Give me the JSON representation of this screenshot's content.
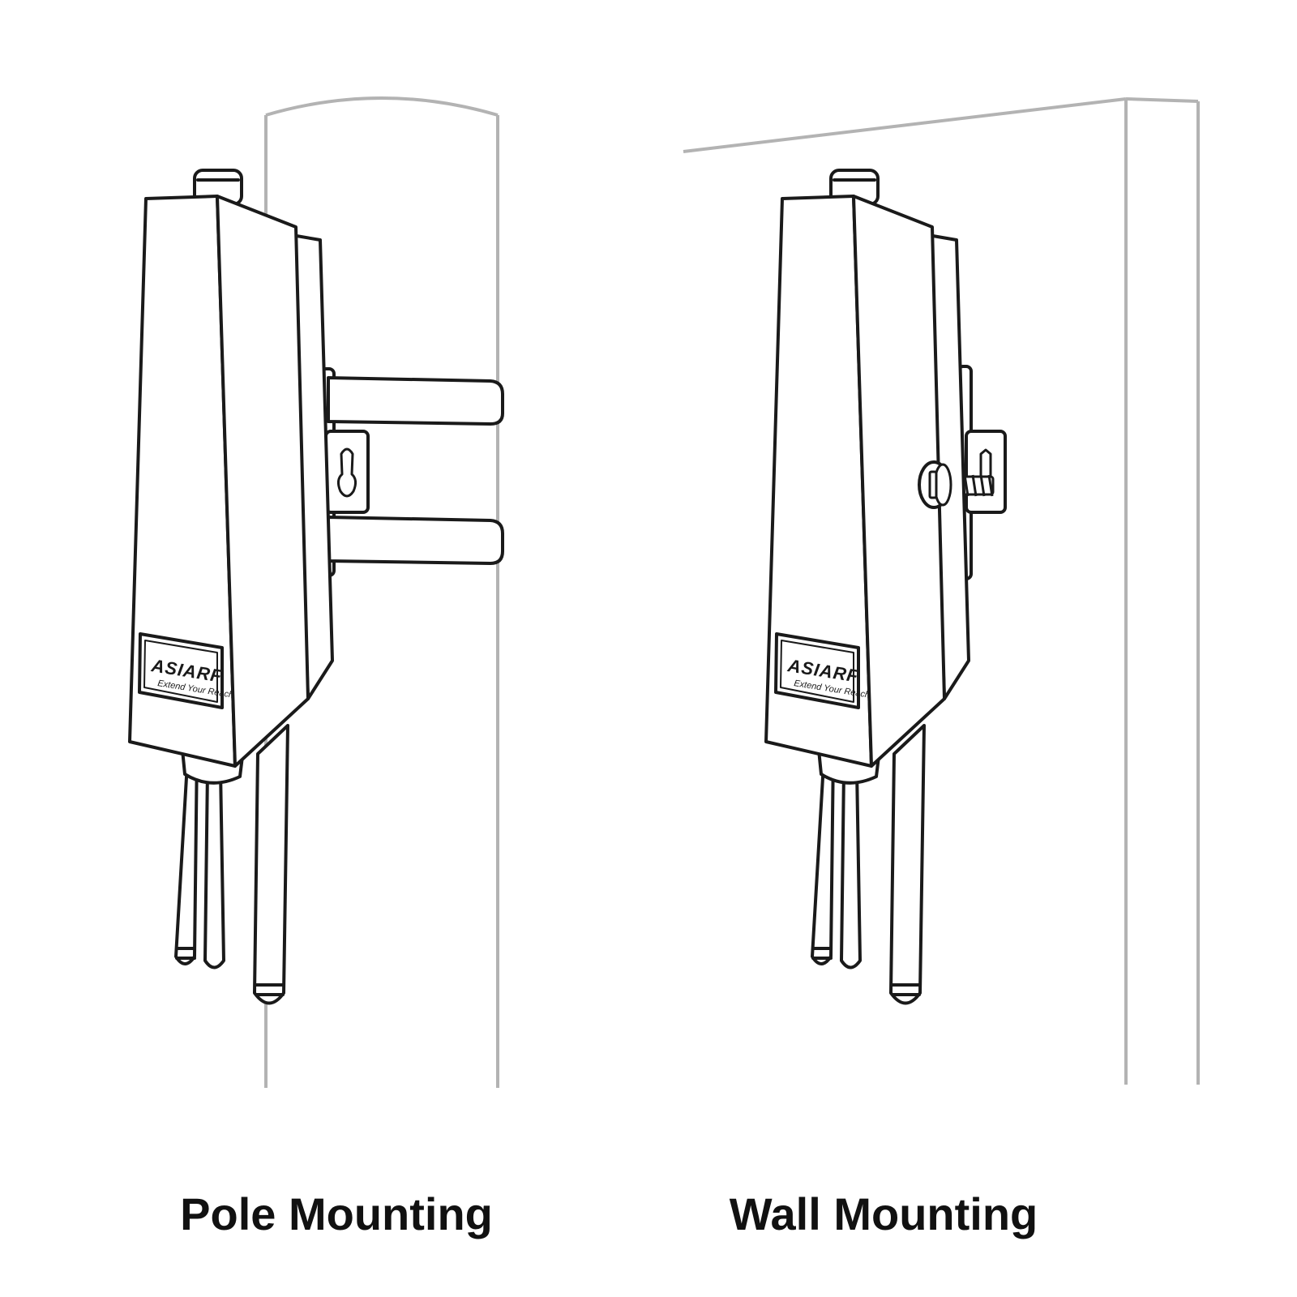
{
  "captions": {
    "pole": "Pole Mounting",
    "wall": "Wall Mounting"
  },
  "device_label": {
    "brand": "ASIARF",
    "tagline": "Extend Your Reach"
  },
  "colors": {
    "device_stroke": "#1a1a1a",
    "structure_stroke": "#b3b3b3",
    "background": "#ffffff",
    "caption_text": "#111111"
  }
}
